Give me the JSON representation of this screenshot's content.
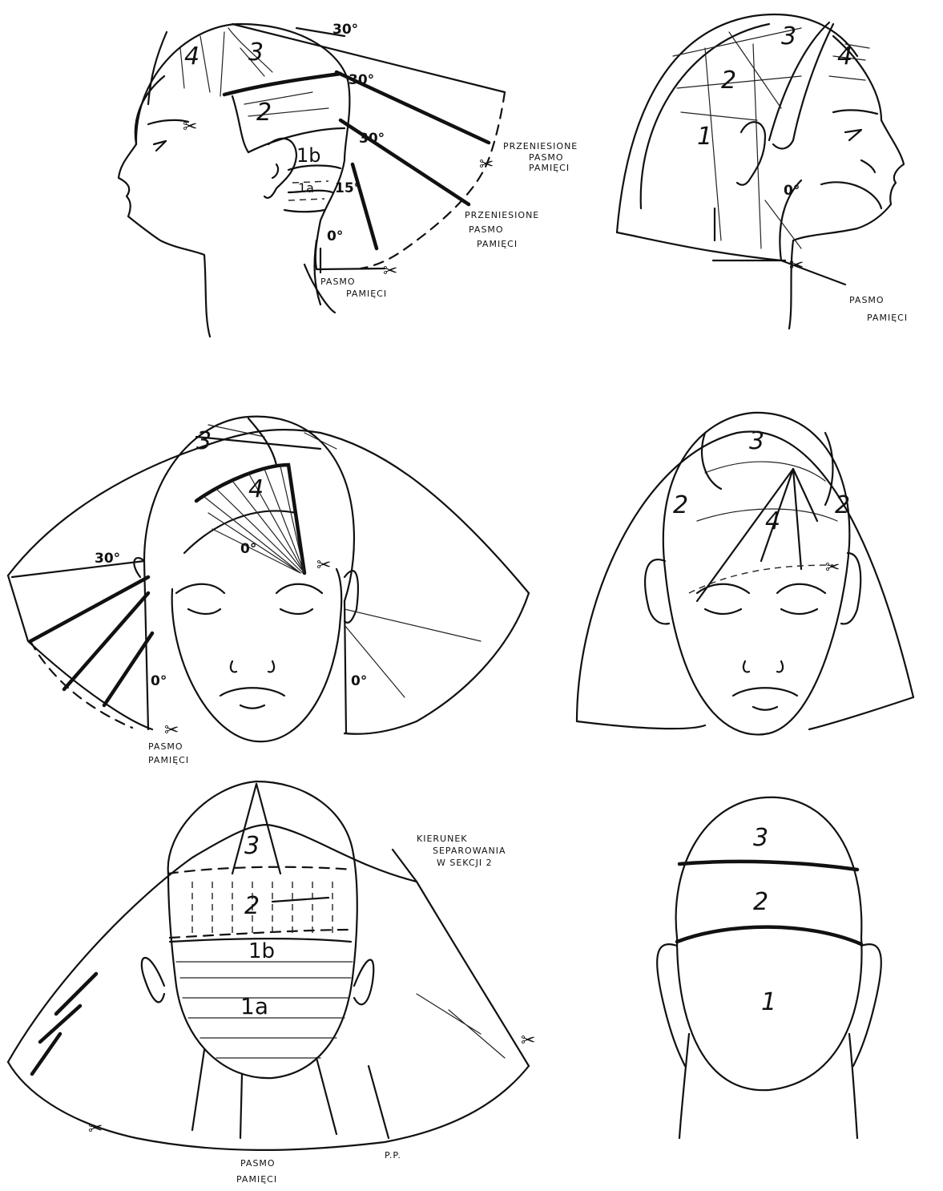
{
  "labels": {
    "ang30a": "30°",
    "ang30b": "30°",
    "ang30c": "30°",
    "ang15": "15°",
    "ang0": "0°",
    "num_1b": "1b",
    "num_1a": "1a",
    "num_2": "2",
    "num_3": "3",
    "num_4": "4",
    "przen1_l1": "PRZENIESIONE",
    "przen1_l2": "PASMO",
    "przen1_l3": "PAMIĘCI",
    "przen2_l1": "PRZENIESIONE",
    "przen2_l2": "PASMO",
    "przen2_l3": "PAMIĘCI",
    "pasmo_l1": "PASMO",
    "pasmo_l2": "PAMIĘCI"
  },
  "side_right": {
    "n1": "1",
    "n2": "2",
    "n3": "3",
    "n4": "4",
    "ang0": "0°",
    "pasmo_l1": "PASMO",
    "pasmo_l2": "PAMIĘCI"
  },
  "front_left": {
    "n3": "3",
    "n4": "4",
    "ang30": "30°",
    "ang0a": "0°",
    "ang0b": "0°",
    "ang0c": "0°",
    "pasmo_l1": "PASMO",
    "pasmo_l2": "PAMIĘCI"
  },
  "front_right": {
    "n3": "3",
    "n4": "4",
    "n2a": "2",
    "n2b": "2"
  },
  "back_left": {
    "n3": "3",
    "n2": "2",
    "n1b": "1b",
    "n1a": "1a",
    "kier_l1": "KIERUNEK",
    "kier_l2": "SEPAROWANIA",
    "kier_l3": "W SEKCJI 2",
    "pasmo_l1": "PASMO",
    "pasmo_l2": "PAMIĘCI",
    "pp": "P.P."
  },
  "back_right": {
    "n3": "3",
    "n2": "2",
    "n1": "1"
  },
  "icons": {
    "scissors": "✂"
  }
}
